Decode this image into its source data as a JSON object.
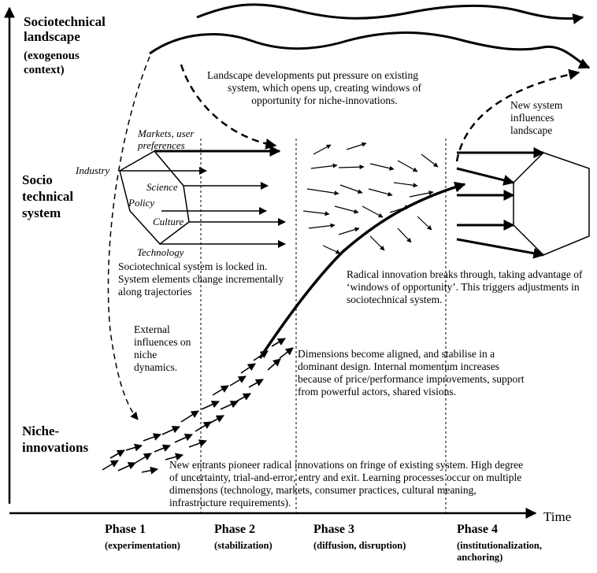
{
  "levels": {
    "landscape": "Sociotechnical landscape",
    "landscape_sub": "(exogenous context)",
    "system": "Socio technical system",
    "niche": "Niche-innovations"
  },
  "dimensions": {
    "markets": "Markets, user preferences",
    "industry": "Industry",
    "science": "Science",
    "policy": "Policy",
    "culture": "Culture",
    "technology": "Technology"
  },
  "notes": {
    "landscape_pressure": "Landscape developments put pressure on existing system, which opens up, creating windows of opportunity for niche-innovations.",
    "new_system": "New system influences landscape",
    "locked_in": "Sociotechnical system is locked in. System elements change incrementally along trajectories",
    "external": "External influences on niche dynamics.",
    "breakthrough": "Radical innovation breaks through, taking advantage of ‘windows of opportunity’. This triggers adjustments in sociotechnical system.",
    "aligned": "Dimensions become aligned, and stabilise in a dominant design. Internal momentum increases because of price/performance improvements, support from powerful actors, shared visions.",
    "niche_entrants": "New entrants pioneer radical innovations on fringe of existing system. High degree of uncertainty, trial-and-error, entry and exit. Learning processes occur on multiple dimensions (technology, markets, consumer practices, cultural meaning, infrastructure requirements)."
  },
  "axis": {
    "time": "Time"
  },
  "phases": [
    {
      "name": "Phase 1",
      "sub": "(experimentation)"
    },
    {
      "name": "Phase 2",
      "sub": "(stabilization)"
    },
    {
      "name": "Phase 3",
      "sub": "(diffusion, disruption)"
    },
    {
      "name": "Phase 4",
      "sub": "(institutionalization, anchoring)"
    }
  ]
}
